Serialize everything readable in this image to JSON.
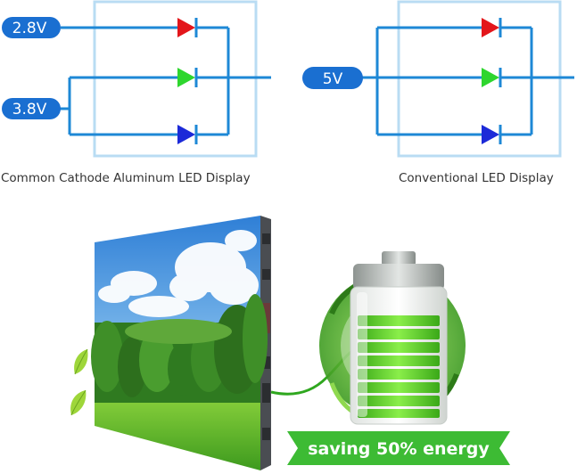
{
  "left_diagram": {
    "voltage_top": "2.8V",
    "voltage_bottom": "3.8V",
    "caption": "Common Cathode Aluminum LED Display"
  },
  "right_diagram": {
    "voltage": "5V",
    "caption": "Conventional LED Display"
  },
  "banner": {
    "text": "saving 50% energy"
  },
  "colors": {
    "wire": "#1e88d6",
    "pill": "#1a6fd1",
    "panel_border": "#b9dcf3",
    "led_red": "#e3161b",
    "led_green": "#2ed62e",
    "led_blue": "#1c2ad8",
    "banner": "#3dbb34",
    "battery_green": "#58d02a"
  }
}
